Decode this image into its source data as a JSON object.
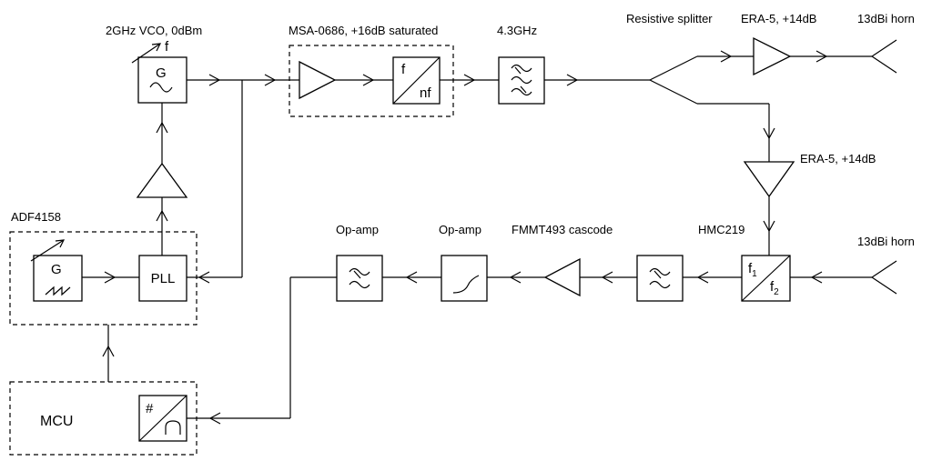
{
  "labels": {
    "vco": "2GHz VCO, 0dBm",
    "msa": "MSA-0686, +16dB saturated",
    "bpf_freq": "4.3GHz",
    "splitter": "Resistive splitter",
    "era_tx": "ERA-5, +14dB",
    "horn_tx": "13dBi horn",
    "era_rx": "ERA-5, +14dB",
    "adf": "ADF4158",
    "mixer_part": "HMC219",
    "horn_rx": "13dBi horn",
    "opamp_filter": "Op-amp",
    "opamp_hp": "Op-amp",
    "fmmt": "FMMT493 cascode"
  },
  "blocks": {
    "vco_g": "G",
    "vco_f": "f",
    "mult_f": "f",
    "mult_nf": "nf",
    "ramp_g": "G",
    "pll": "PLL",
    "mcu": "MCU",
    "mixer_f": "f",
    "mixer_f1_sub": "1",
    "mixer_f2_sub": "2",
    "adc_hash": "#"
  }
}
